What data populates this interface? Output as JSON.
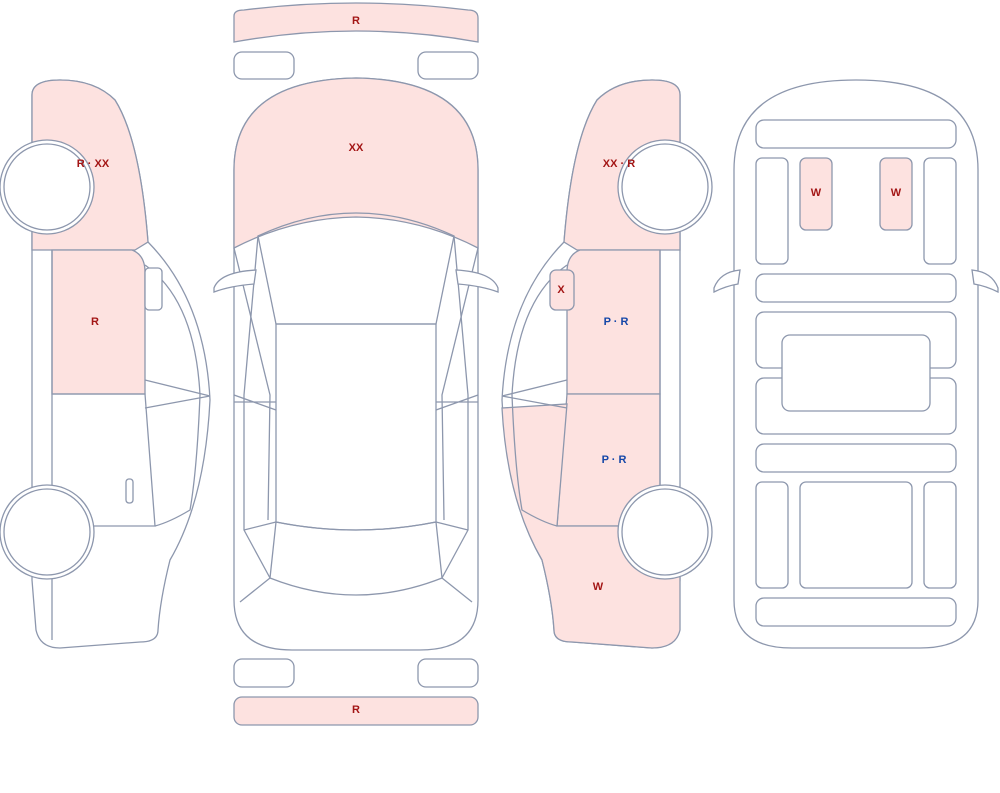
{
  "colors": {
    "outline": "#8d97ad",
    "damaged_fill": "#fde2e0",
    "damage_code_red": "#a31515",
    "damage_code_blue": "#1547a8"
  },
  "top_view": {
    "front_bumper": "R",
    "hood": "XX",
    "rear_bumper": "R"
  },
  "left_side": {
    "front_fender": "R · XX",
    "front_door": "R"
  },
  "right_side": {
    "front_fender": "XX · R",
    "mirror": "X",
    "front_door": "P · R",
    "rear_door": "P · R",
    "rear_quarter": "W"
  },
  "interior": {
    "left_seat": "W",
    "right_seat": "W"
  }
}
